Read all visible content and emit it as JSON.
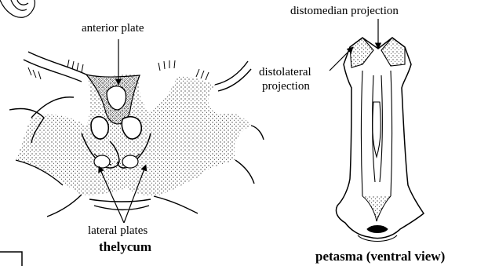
{
  "thelycum": {
    "title": "thelycum",
    "labels": {
      "anterior_plate": "anterior plate",
      "lateral_plates": "lateral plates"
    }
  },
  "petasma": {
    "title": "petasma (ventral view)",
    "labels": {
      "distomedian": "distomedian  projection",
      "distolateral_line1": "distolateral",
      "distolateral_line2": "projection"
    }
  }
}
